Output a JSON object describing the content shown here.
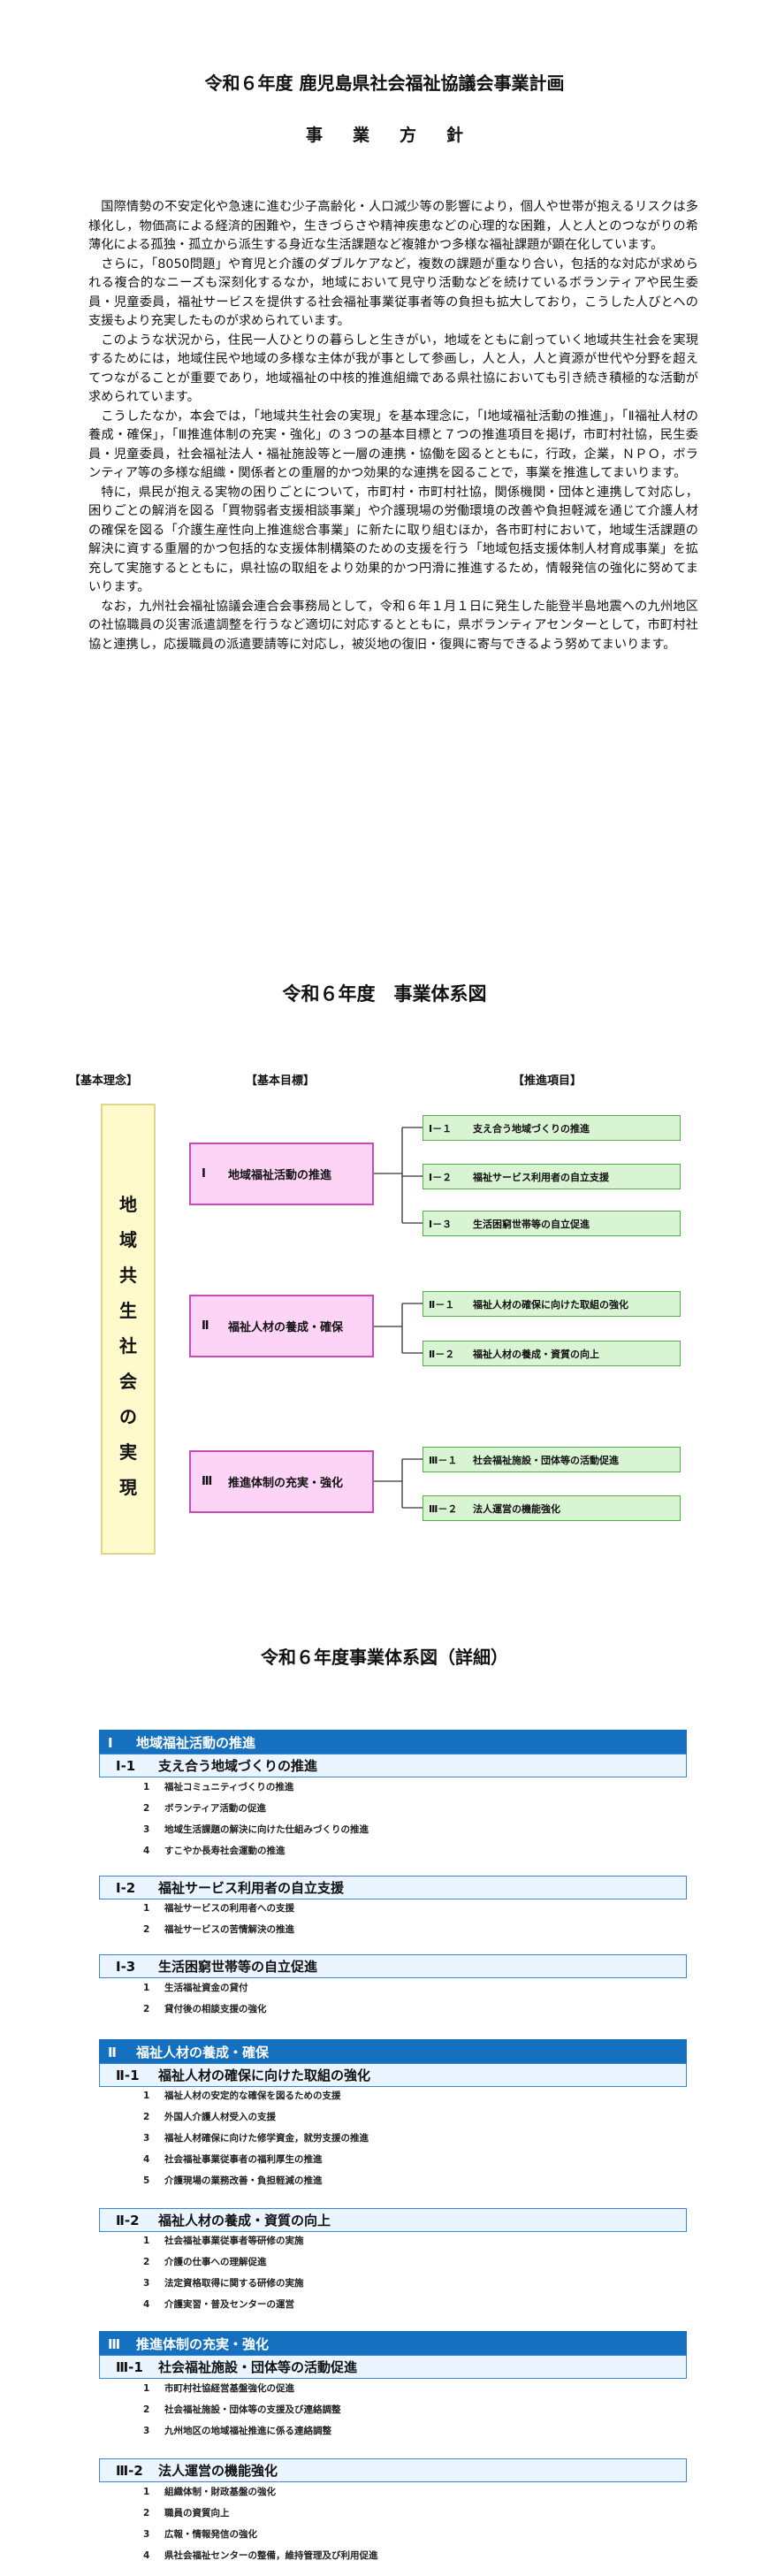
{
  "document": {
    "title": "令和６年度 鹿児島県社会福祉協議会事業計画",
    "policy_heading": "事業方針",
    "policy_paragraphs": [
      "国際情勢の不安定化や急速に進む少子高齢化・人口減少等の影響により，個人や世帯が抱えるリスクは多様化し，物価高による経済的困難や，生きづらさや精神疾患などの心理的な困難，人と人とのつながりの希薄化による孤独・孤立から派生する身近な生活課題など複雑かつ多様な福祉課題が顕在化しています。",
      "さらに，「8050問題」や育児と介護のダブルケアなど，複数の課題が重なり合い，包括的な対応が求められる複合的なニーズも深刻化するなか，地域において見守り活動などを続けているボランティアや民生委員・児童委員，福祉サービスを提供する社会福祉事業従事者等の負担も拡大しており，こうした人びとへの支援もより充実したものが求められています。",
      "このような状況から，住民一人ひとりの暮らしと生きがい，地域をともに創っていく地域共生社会を実現するためには，地域住民や地域の多様な主体が我が事として参画し，人と人，人と資源が世代や分野を超えてつながることが重要であり，地域福祉の中核的推進組織である県社協においても引き続き積極的な活動が求められています。",
      "こうしたなか，本会では，「地域共生社会の実現」を基本理念に，「Ⅰ地域福祉活動の推進」，「Ⅱ福祉人材の養成・確保」，「Ⅲ推進体制の充実・強化」の３つの基本目標と７つの推進項目を掲げ，市町村社協，民生委員・児童委員，社会福祉法人・福祉施設等と一層の連携・協働を図るとともに，行政，企業，ＮＰＯ，ボランティア等の多様な組織・関係者との重層的かつ効果的な連携を図ることで，事業を推進してまいります。",
      "特に，県民が抱える実物の困りごとについて，市町村・市町村社協，関係機関・団体と連携して対応し，困りごとの解消を図る「買物弱者支援相談事業」や介護現場の労働環境の改善や負担軽減を通じて介護人材の確保を図る「介護生産性向上推進総合事業」に新たに取り組むほか，各市町村において，地域生活課題の解決に資する重層的かつ包括的な支援体制構築のための支援を行う「地域包括支援体制人材育成事業」を拡充して実施するとともに，県社協の取組をより効果的かつ円滑に推進するため，情報発信の強化に努めてまいります。",
      "なお，九州社会福祉協議会連合会事務局として，令和６年１月１日に発生した能登半島地震への九州地区の社協職員の災害派遣調整を行うなど適切に対応するとともに，県ボランティアセンターとして，市町村社協と連携し，応援職員の派遣要請等に対応し，被災地の復旧・復興に寄与できるよう努めてまいります。"
    ]
  },
  "system_chart": {
    "title": "令和６年度　事業体系図",
    "col_labels": [
      "【基本理念】",
      "【基本目標】",
      "【推進項目】"
    ],
    "philosophy": [
      "地",
      "域",
      "共",
      "生",
      "社",
      "会",
      "の",
      "実",
      "現"
    ],
    "goals": [
      {
        "num": "Ⅰ",
        "label": "地域福祉活動の推進"
      },
      {
        "num": "Ⅱ",
        "label": "福祉人材の養成・確保"
      },
      {
        "num": "Ⅲ",
        "label": "推進体制の充実・強化"
      }
    ],
    "items": [
      {
        "num": "Ⅰ－１",
        "label": "支え合う地域づくりの推進"
      },
      {
        "num": "Ⅰ－２",
        "label": "福祉サービス利用者の自立支援"
      },
      {
        "num": "Ⅰ－３",
        "label": "生活困窮世帯等の自立促進"
      },
      {
        "num": "Ⅱ－１",
        "label": "福祉人材の確保に向けた取組の強化"
      },
      {
        "num": "Ⅱ－２",
        "label": "福祉人材の養成・資質の向上"
      },
      {
        "num": "Ⅲ－１",
        "label": "社会福祉施設・団体等の活動促進"
      },
      {
        "num": "Ⅲ－２",
        "label": "法人運営の機能強化"
      }
    ]
  },
  "detail": {
    "title": "令和６年度事業体系図（詳細）",
    "sections": [
      {
        "num": "Ⅰ",
        "label": "地域福祉活動の推進",
        "subs": [
          {
            "num": "Ⅰ-1",
            "label": "支え合う地域づくりの推進",
            "items": [
              "福祉コミュニティづくりの推進",
              "ボランティア活動の促進",
              "地域生活課題の解決に向けた仕組みづくりの推進",
              "すこやか長寿社会運動の推進"
            ]
          },
          {
            "num": "Ⅰ-2",
            "label": "福祉サービス利用者の自立支援",
            "items": [
              "福祉サービスの利用者への支援",
              "福祉サービスの苦情解決の推進"
            ]
          },
          {
            "num": "Ⅰ-3",
            "label": "生活困窮世帯等の自立促進",
            "items": [
              "生活福祉資金の貸付",
              "貸付後の相談支援の強化"
            ]
          }
        ]
      },
      {
        "num": "Ⅱ",
        "label": "福祉人材の養成・確保",
        "subs": [
          {
            "num": "Ⅱ-1",
            "label": "福祉人材の確保に向けた取組の強化",
            "items": [
              "福祉人材の安定的な確保を図るための支援",
              "外国人介護人材受入の支援",
              "福祉人材確保に向けた修学資金，就労支援の推進",
              "社会福祉事業従事者の福利厚生の推進",
              "介護現場の業務改善・負担軽減の推進"
            ]
          },
          {
            "num": "Ⅱ-2",
            "label": "福祉人材の養成・資質の向上",
            "items": [
              "社会福祉事業従事者等研修の実施",
              "介護の仕事への理解促進",
              "法定資格取得に関する研修の実施",
              "介護実習・普及センターの運営"
            ]
          }
        ]
      },
      {
        "num": "Ⅲ",
        "label": "推進体制の充実・強化",
        "subs": [
          {
            "num": "Ⅲ-1",
            "label": "社会福祉施設・団体等の活動促進",
            "items": [
              "市町村社協経営基盤強化の促進",
              "社会福祉施設・団体等の支援及び連絡調整",
              "九州地区の地域福祉推進に係る連絡調整"
            ]
          },
          {
            "num": "Ⅲ-2",
            "label": "法人運営の機能強化",
            "items": [
              "組織体制・財政基盤の強化",
              "職員の資質向上",
              "広報・情報発信の強化",
              "県社会福祉センターの整備，維持管理及び利用促進"
            ]
          }
        ]
      }
    ]
  }
}
